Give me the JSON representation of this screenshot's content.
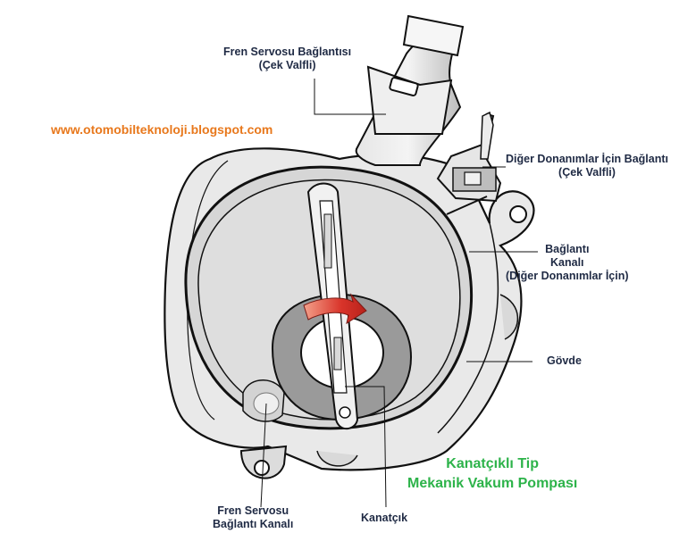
{
  "watermark": "www.otomobilteknoloji.blogspot.com",
  "labels": {
    "brake_servo_connection": [
      "Fren Servosu Bağlantısı",
      "(Çek  Valfli)"
    ],
    "other_equipment_connection": [
      "Diğer Donanımlar  İçin Bağlantı",
      "(Çek  Valfli)"
    ],
    "connection_channel": [
      "Bağlantı",
      "Kanalı",
      "(Diğer Donanımlar İçin)"
    ],
    "housing": [
      "Gövde"
    ],
    "brake_servo_channel": [
      "Fren Servosu",
      "Bağlantı Kanalı"
    ],
    "vane": [
      "Kanatçık"
    ]
  },
  "caption": [
    "Kanatçıklı Tip",
    "Mekanik Vakum Pompası"
  ],
  "colors": {
    "label_text": "#1f2a44",
    "watermark": "#e8781c",
    "caption": "#2db34a",
    "rotation_arrow": "#d9342a",
    "housing_fill": "#cfcfcf",
    "rotor_fill": "#9a9a9a"
  }
}
